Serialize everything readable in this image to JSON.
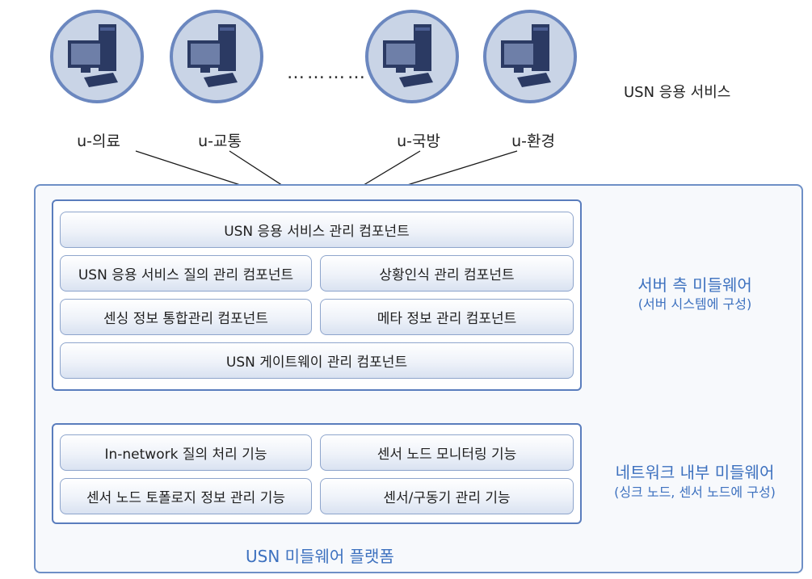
{
  "services": [
    {
      "label": "u-의료",
      "icon": "computer-icon"
    },
    {
      "label": "u-교통",
      "icon": "computer-icon"
    },
    {
      "label": "u-국방",
      "icon": "computer-icon"
    },
    {
      "label": "u-환경",
      "icon": "computer-icon"
    }
  ],
  "ellipsis": "…………",
  "usn_service_label": "USN 응용 서비스",
  "server_middleware": {
    "title": "서버 측 미들웨어",
    "subtitle": "(서버 시스템에 구성)",
    "components": [
      "USN 응용 서비스 관리 컴포넌트",
      "USN 응용 서비스 질의 관리 컴포넌트",
      "상황인식 관리 컴포넌트",
      "센싱 정보 통합관리 컴포넌트",
      "메타 정보 관리 컴포넌트",
      "USN 게이트웨이 관리 컴포넌트"
    ]
  },
  "network_middleware": {
    "title": "네트워크 내부 미들웨어",
    "subtitle": "(싱크 노드, 센서 노드에 구성)",
    "components": [
      "In-network 질의 처리 기능",
      "센서 노드 모니터링 기능",
      "센서 노드 토폴로지 정보 관리 기능",
      "센서/구동기 관리 기능"
    ]
  },
  "platform_label": "USN 미들웨어 플랫폼",
  "colors": {
    "accent_blue": "#3d71bf",
    "border_blue": "#5a7dbd",
    "circle_fill": "#c9d4e6",
    "computer_dark": "#2b3a63"
  }
}
